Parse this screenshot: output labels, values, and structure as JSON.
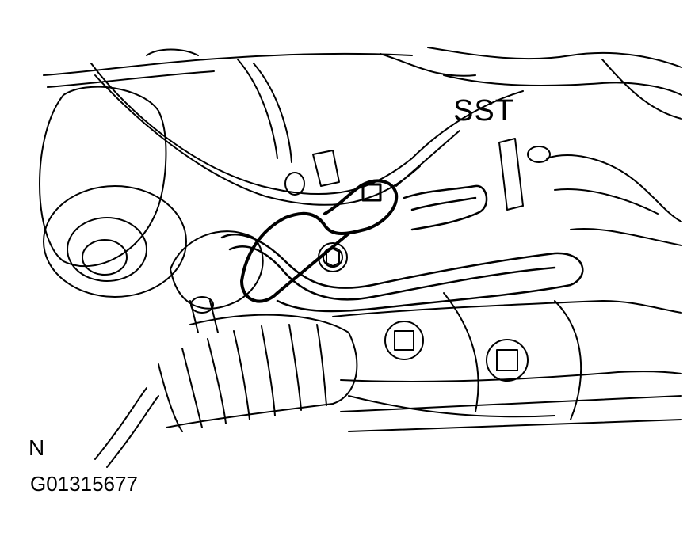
{
  "diagram": {
    "type": "technical line-art illustration",
    "subject": "Steering gear assembly with special service tool (SST) applied to pressure tube fitting",
    "labels": {
      "sst": "SST",
      "orientation": "N",
      "figure_id": "G01315677"
    },
    "colors": {
      "line": "#000000",
      "background": "#ffffff"
    }
  }
}
